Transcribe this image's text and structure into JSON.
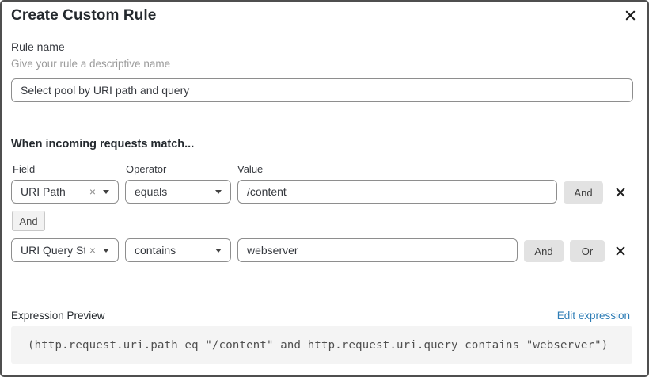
{
  "dialog": {
    "title": "Create Custom Rule"
  },
  "rule_name": {
    "label": "Rule name",
    "helper": "Give your rule a descriptive name",
    "value": "Select pool by URI path and query"
  },
  "matcher": {
    "heading": "When incoming requests match...",
    "column_labels": {
      "field": "Field",
      "operator": "Operator",
      "value": "Value"
    },
    "rows": [
      {
        "field": "URI Path",
        "operator": "equals",
        "value": "/content",
        "connectors": [
          "And"
        ]
      },
      {
        "field": "URI Query St...",
        "operator": "contains",
        "value": "webserver",
        "connectors": [
          "And",
          "Or"
        ]
      }
    ],
    "between_badge": "And"
  },
  "expression_preview": {
    "label": "Expression Preview",
    "edit_link": "Edit expression",
    "expression": "(http.request.uri.path eq \"/content\" and http.request.uri.query contains \"webserver\")"
  },
  "icons": {
    "close": "x-mark",
    "remove_condition": "x-mark",
    "clear_selection": "×",
    "dropdown_caret": "triangle-down"
  },
  "colors": {
    "link_blue": "#2e7db6",
    "button_gray": "#e2e2e2",
    "input_border_gray": "#8e8e8e",
    "code_block_bg": "#f4f4f4",
    "dialog_border": "#4f4f4f"
  }
}
